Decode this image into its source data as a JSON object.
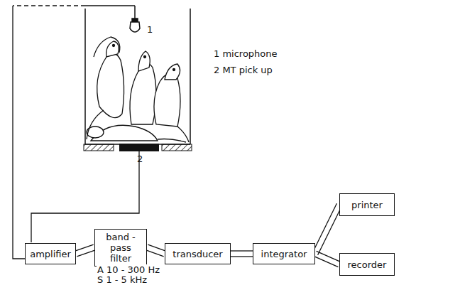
{
  "diagram": {
    "nodes": [
      {
        "text": [
          "amplifier"
        ]
      },
      {
        "text": [
          "band - pass filter"
        ]
      },
      {
        "text": [
          "transducer"
        ]
      },
      {
        "text": [
          "integrator"
        ]
      },
      {
        "text": [
          "printer"
        ]
      },
      {
        "text": [
          "recorder"
        ]
      }
    ],
    "edges": [
      {
        "from": 0,
        "to": 1,
        "arrow": "none"
      },
      {
        "from": 1,
        "to": 2,
        "arrow": "none"
      },
      {
        "from": 2,
        "to": 3,
        "arrow": "none"
      },
      {
        "from": 3,
        "to": 4,
        "arrow": "none"
      },
      {
        "from": 3,
        "to": 5,
        "arrow": "none"
      }
    ],
    "labels": [
      "1",
      "2",
      "1 microphone",
      "2 MT pick up",
      "A 10 - 300 Hz",
      "S 1 - 5 kHz"
    ]
  }
}
